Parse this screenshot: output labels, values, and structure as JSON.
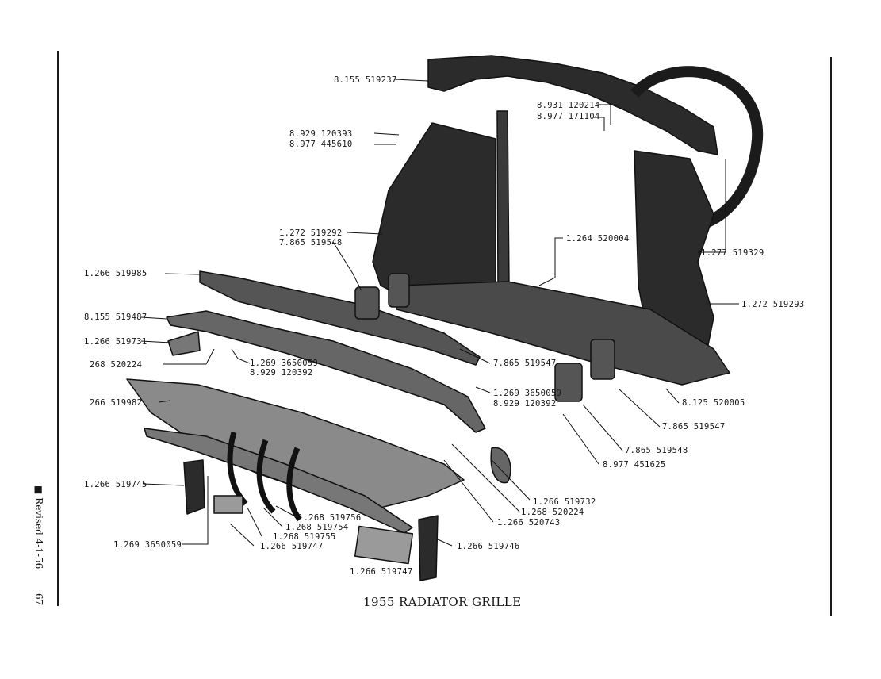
{
  "title": "1955 RADIATOR GRILLE",
  "revised": "■ Revised 4-1-56",
  "page_number": "67",
  "callouts": [
    "8.155 519237",
    "8.931 120214",
    "8.977 171104",
    "8.929 120393",
    "8.977 445610",
    "1.272 519292",
    "7.865 519548",
    "1.264 520004",
    "1.277 519329",
    "1.266 519985",
    "1.272 519293",
    "8.155 519487",
    "1.266 519731",
    "1.269 3650059",
    "8.929 120392",
    "268 520224",
    "7.865 519547",
    "1.269 3650059",
    "8.929 120392",
    "8.125 520005",
    "266 519982",
    "7.865 519547",
    "7.865 519548",
    "8.977 451625",
    "1.266 519745",
    "1.266 519732",
    "1.268 520224",
    "1.266 520743",
    "1.268 519756",
    "1.268 519754",
    "1.268 519755",
    "1.269 3650059",
    "1.266 519747",
    "1.266 519746",
    "1.266 519747"
  ]
}
